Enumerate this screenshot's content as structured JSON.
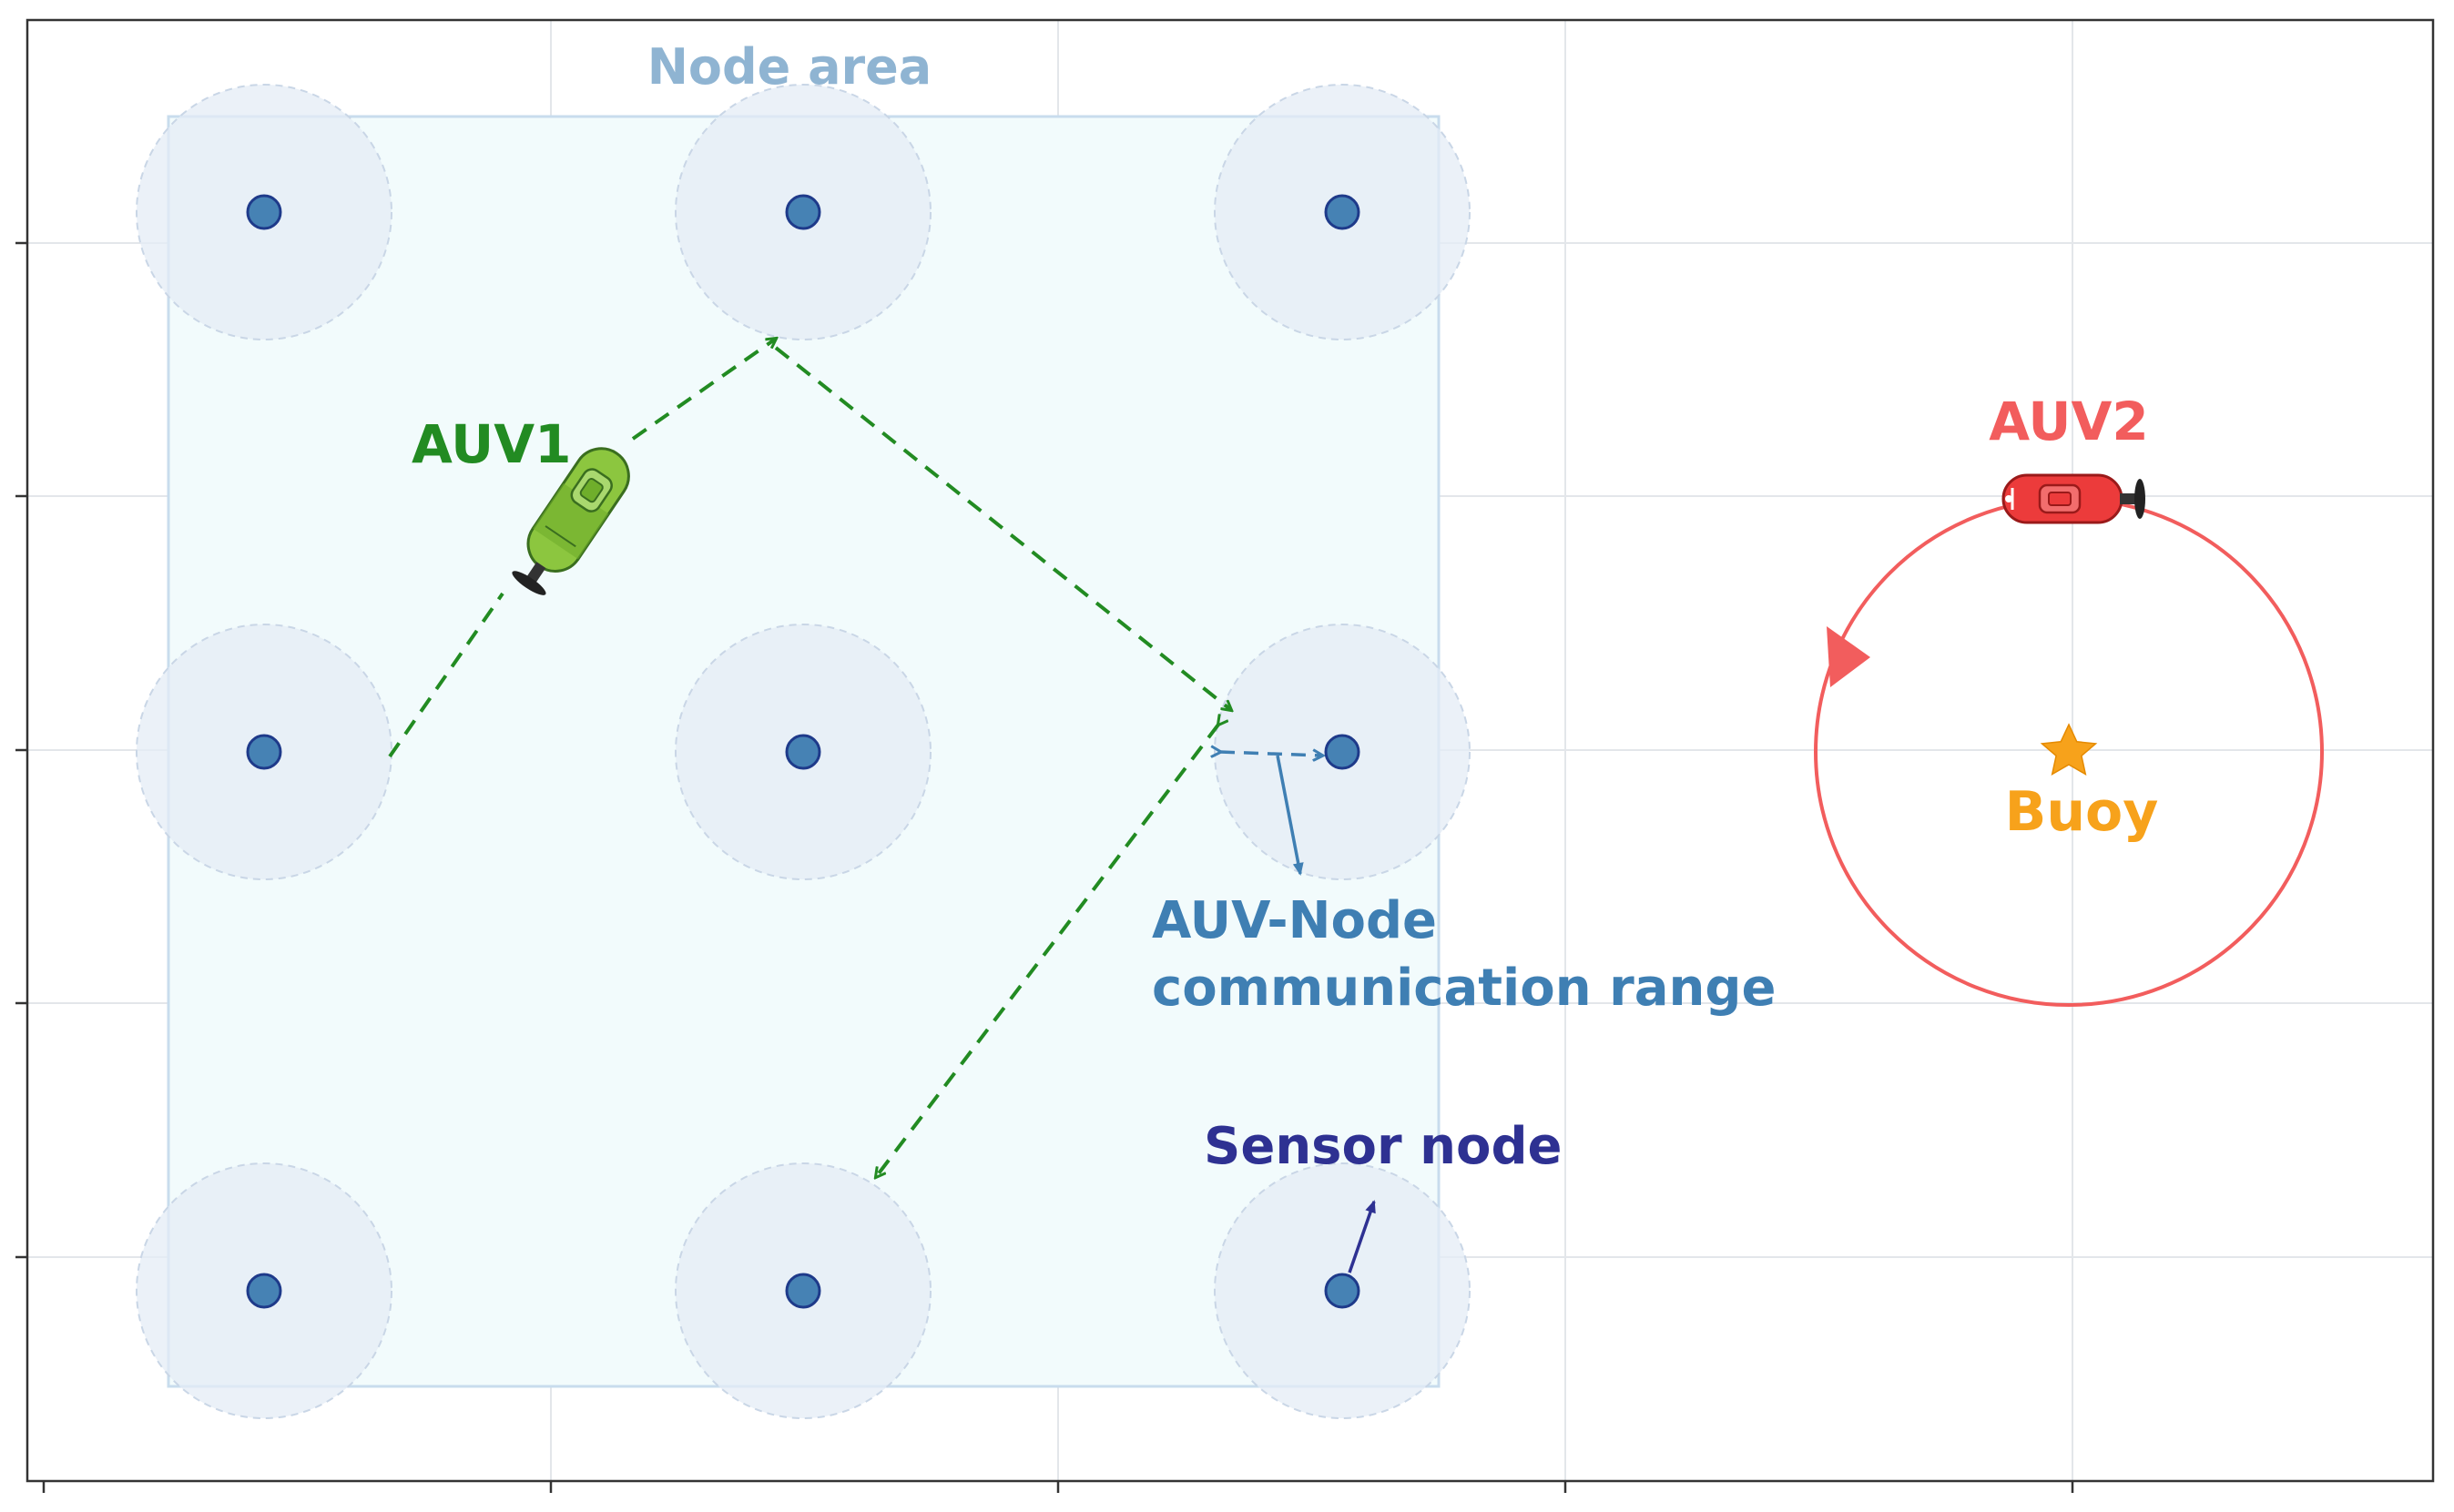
{
  "labels": {
    "node_area": "Node area",
    "auv1": "AUV1",
    "auv2": "AUV2",
    "buoy": "Buoy",
    "comm_range_line1": "AUV-Node",
    "comm_range_line2": "communication range",
    "sensor_node": "Sensor node"
  },
  "colors": {
    "node_area_fill": "#f2fbfc",
    "node_area_stroke": "#c8dced",
    "node_area_label": "#8fb4d2",
    "node_fill": "#4682b4",
    "node_stroke": "#1e3a8a",
    "range_fill": "#e4ecf5",
    "auv1_path": "#228b22",
    "auv1_label": "#228b22",
    "auv2_orbit": "#f25d5d",
    "auv2_label": "#f25d5d",
    "buoy": "#f7a21b",
    "comm_label": "#3f7fb3",
    "sensor_label": "#2e3192",
    "grid": "#e3e6ea"
  },
  "icons": {
    "auv1": "auv-green-icon",
    "auv2": "auv-red-icon",
    "buoy": "star-icon"
  }
}
